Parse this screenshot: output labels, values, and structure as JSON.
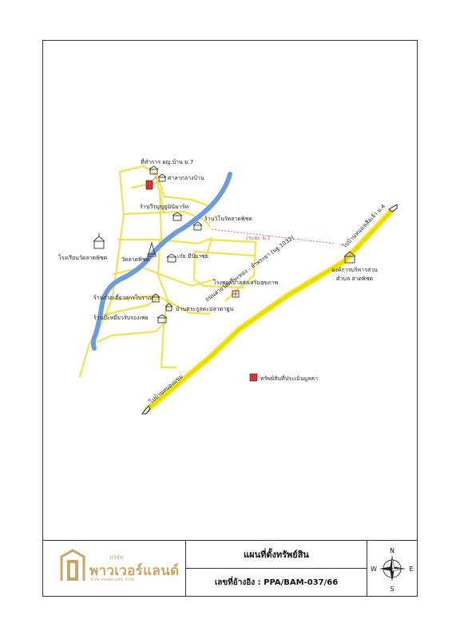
{
  "map": {
    "labels": {
      "village_office": "ที่ทำการ ผญ.บ้าน ม.7",
      "village_pavilion": "ศาลากลางบ้าน",
      "shop_bunjiaw": "ร้านวีรบุญยู่มินิมาร์ท",
      "shop_market": "ร้านวิโนรัดลาดพิชต",
      "school": "โรงเรียนวัดลาดพิชต",
      "temple": "วัดลาดพิชต",
      "shrine": "เก๋ย มีบิยาซ่ย",
      "hospital": "โรงพยาบาลส่งเสริมสุขภาพ",
      "noodle_shop": "ร้านก๋วยเตี๋ยวสุกรโบราณ",
      "restaurant": "ร้านบ๊ะหมี่ยวรับรองเพย",
      "house": "บ้านตระกูลตะปลาดาธูน",
      "sao_office": "องค์การบริหารส่วนตำบล ลาดพิชต",
      "main_road": "ถนนสายวัดศรีษะทอง - ลำพระยา (นฐ.1032)",
      "road_to_west": "ไปบ้านหนองแขม",
      "road_to_east": "ไปบ้านหนองเสือเจ้า ม.4",
      "distance": "(ระยะ ม.)",
      "legend": "ทรัพย์สินที่ประเมินมูลค่า"
    },
    "colors": {
      "road": "#f2e24e",
      "main_road": "#f5e400",
      "river": "#6d9be0",
      "property": "#e12e32",
      "dashed": "#d9456a"
    }
  },
  "footer": {
    "company_top": "บริษัท",
    "company_name": "พาวเวอร์แลนด์",
    "company_sub": "จำกัด ดอลล์แวลอีน จำกัด",
    "title": "แผนที่ตั้งทรัพย์สิน",
    "reference": "เลขที่อ้างอิง : PPA/BAM-037/66",
    "compass": {
      "n": "N",
      "s": "S",
      "e": "E",
      "w": "W"
    }
  }
}
